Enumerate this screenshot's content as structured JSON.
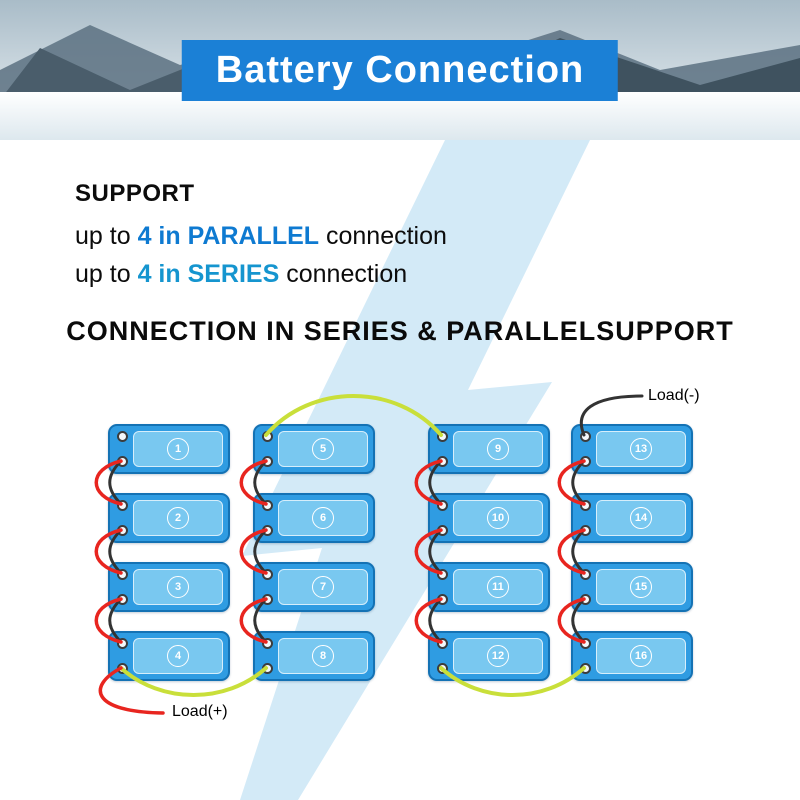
{
  "header": {
    "title": "Battery Connection",
    "banner_color": "#1b80d6"
  },
  "support": {
    "title": "SUPPORT",
    "parallel": {
      "prefix": "up to ",
      "highlight": "4 in PARALLEL",
      "suffix": " connection",
      "highlight_color": "#0e7ad1"
    },
    "series": {
      "prefix": "up to ",
      "highlight": "4 in SERIES",
      "suffix": " connection",
      "highlight_color": "#1595cf"
    }
  },
  "diagram": {
    "heading": "CONNECTION IN SERIES & PARALLELSUPPORT",
    "load_negative": "Load(-)",
    "load_positive": "Load(+)",
    "batteries": [
      {
        "num": "1"
      },
      {
        "num": "2"
      },
      {
        "num": "3"
      },
      {
        "num": "4"
      },
      {
        "num": "5"
      },
      {
        "num": "6"
      },
      {
        "num": "7"
      },
      {
        "num": "8"
      },
      {
        "num": "9"
      },
      {
        "num": "10"
      },
      {
        "num": "11"
      },
      {
        "num": "12"
      },
      {
        "num": "13"
      },
      {
        "num": "14"
      },
      {
        "num": "15"
      },
      {
        "num": "16"
      }
    ],
    "colors": {
      "battery_body": "#2f9ce2",
      "battery_inner": "#79c8f0",
      "wire_dark": "#333333",
      "wire_red": "#e8251f",
      "wire_green": "#c9df3a",
      "bolt_blue": "#d3eaf7"
    }
  }
}
